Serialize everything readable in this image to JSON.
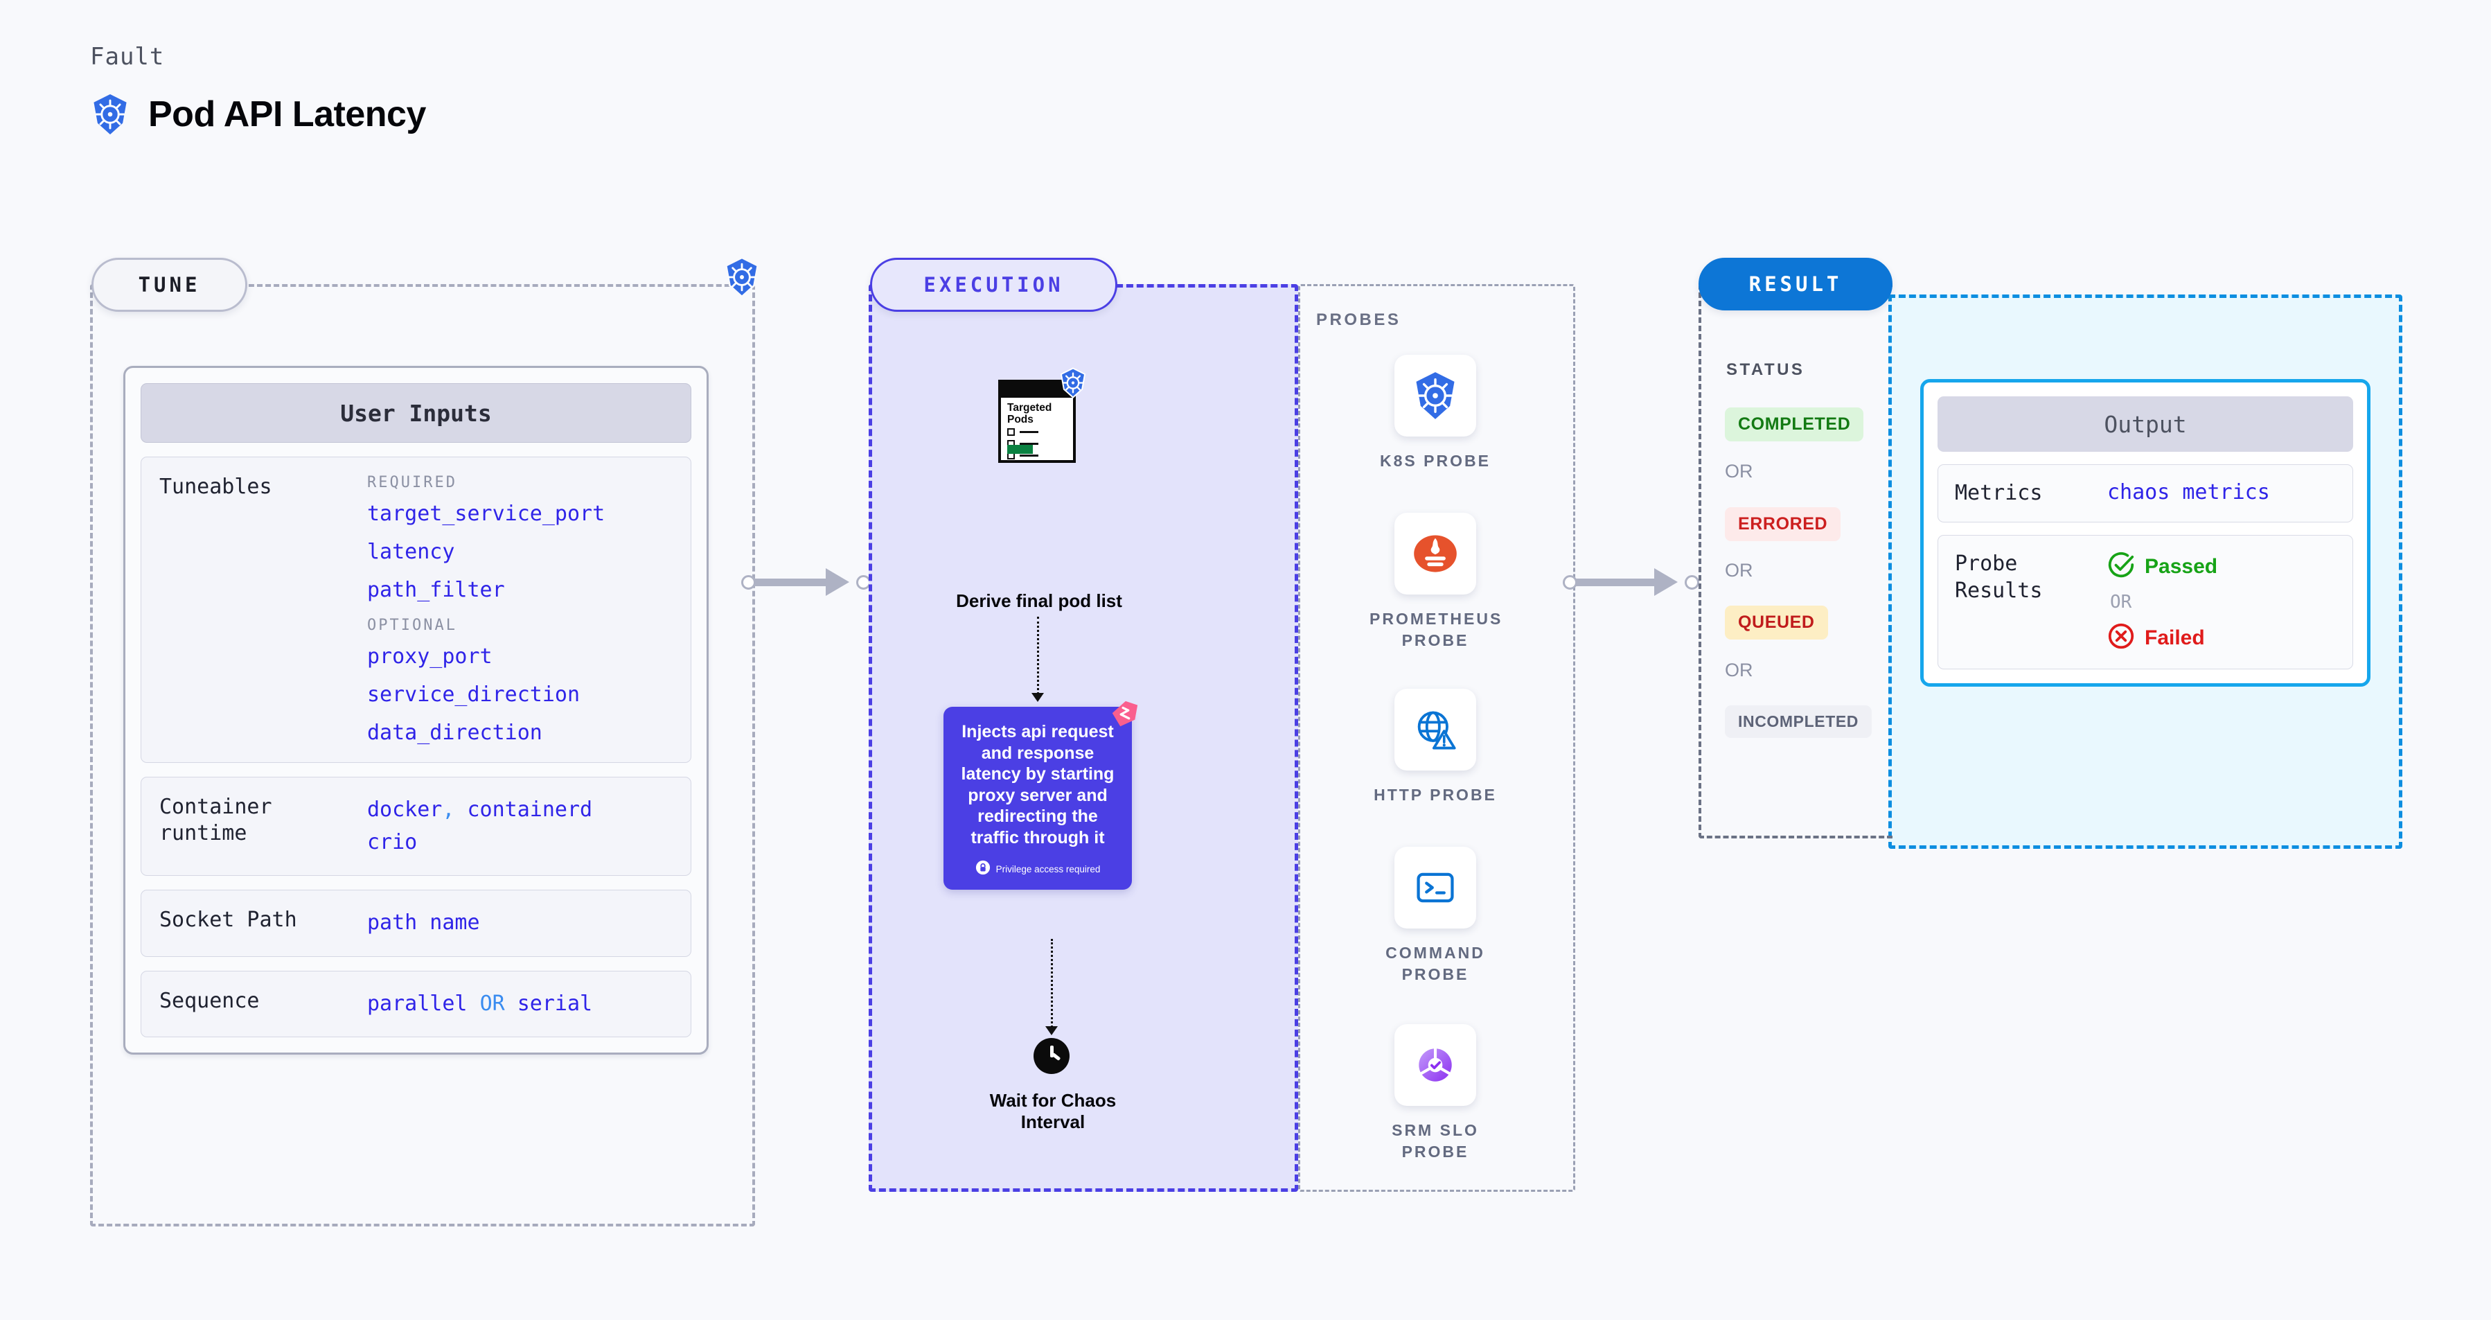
{
  "header": {
    "eyebrow": "Fault",
    "title": "Pod API Latency",
    "logo_icon": "kubernetes-icon"
  },
  "stages": {
    "tune": {
      "label": "TUNE"
    },
    "execution": {
      "label": "EXECUTION"
    },
    "result": {
      "label": "RESULT"
    }
  },
  "tune": {
    "card_title": "User Inputs",
    "tuneables": {
      "label": "Tuneables",
      "required_heading": "REQUIRED",
      "required": [
        "target_service_port",
        "latency",
        "path_filter"
      ],
      "optional_heading": "OPTIONAL",
      "optional": [
        "proxy_port",
        "service_direction",
        "data_direction"
      ]
    },
    "container_runtime": {
      "label": "Container runtime",
      "values": [
        "docker",
        "containerd",
        "crio"
      ],
      "separator": ","
    },
    "socket_path": {
      "label": "Socket Path",
      "value": "path name"
    },
    "sequence": {
      "label": "Sequence",
      "option_a": "parallel",
      "conjunction": "OR",
      "option_b": "serial"
    }
  },
  "execution": {
    "pods_doc": {
      "title": "Targeted Pods",
      "badge_icon": "kubernetes-icon",
      "caption": "Derive final pod list"
    },
    "inject": {
      "text": "Injects api request and response latency by starting proxy server and redirecting the traffic through it",
      "privilege_note": "Privilege access required",
      "privilege_icon": "lock-icon",
      "ribbon_icon": "harness-ribbon-icon"
    },
    "wait": {
      "icon": "clock-icon",
      "caption": "Wait for Chaos Interval"
    },
    "probes": {
      "heading": "PROBES",
      "items": [
        {
          "label": "K8S PROBE",
          "icon": "kubernetes-icon"
        },
        {
          "label": "PROMETHEUS PROBE",
          "icon": "prometheus-icon"
        },
        {
          "label": "HTTP PROBE",
          "icon": "globe-warning-icon"
        },
        {
          "label": "COMMAND PROBE",
          "icon": "terminal-icon"
        },
        {
          "label": "SRM SLO PROBE",
          "icon": "srm-slo-icon"
        }
      ]
    }
  },
  "result": {
    "status_heading": "STATUS",
    "or_label": "OR",
    "statuses": [
      {
        "label": "COMPLETED",
        "bg": "#dcf5dc",
        "fg": "#137a13"
      },
      {
        "label": "ERRORED",
        "bg": "#fdeaea",
        "fg": "#cc1f1f"
      },
      {
        "label": "QUEUED",
        "bg": "#fdeec4",
        "fg": "#c01c1c"
      },
      {
        "label": "INCOMPLETED",
        "bg": "#eff0f5",
        "fg": "#5d6377"
      }
    ],
    "output": {
      "title": "Output",
      "metrics": {
        "label": "Metrics",
        "value": "chaos metrics"
      },
      "probe_results": {
        "label": "Probe Results",
        "passed": "Passed",
        "or_label": "OR",
        "failed": "Failed",
        "passed_icon": "check-circle-icon",
        "failed_icon": "x-circle-icon",
        "passed_color": "#17a317",
        "failed_color": "#e01b1b"
      }
    }
  },
  "colors": {
    "page_bg": "#f8f9fc",
    "indigo": "#4b3fe4",
    "k8s_blue": "#326ce5",
    "result_blue": "#0d76d6",
    "output_border": "#16a6ec",
    "connector_grey": "#aeb2c4"
  }
}
